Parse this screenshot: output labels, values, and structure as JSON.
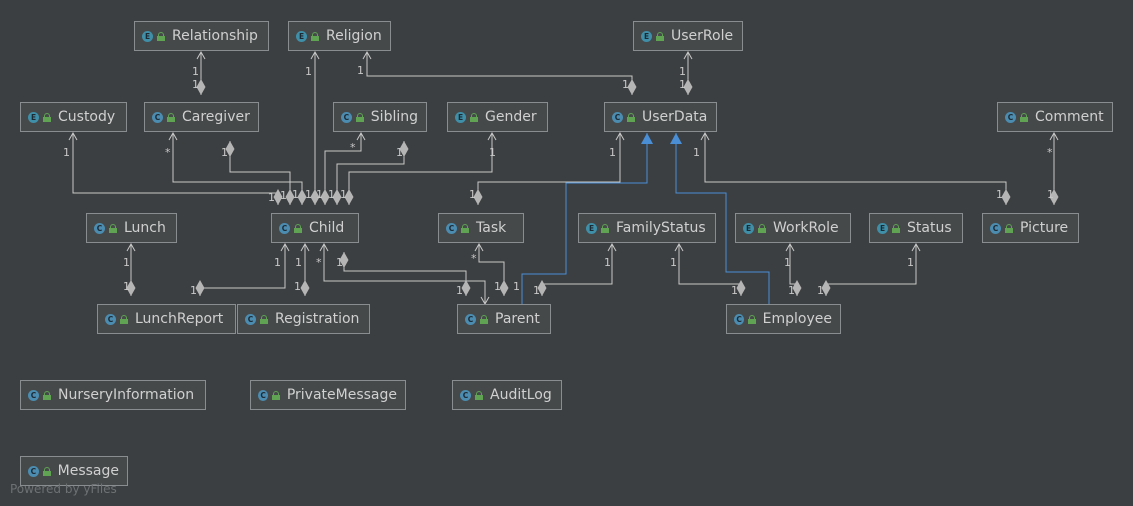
{
  "nodes": [
    {
      "id": "relationship",
      "kind": "E",
      "label": "Relationship"
    },
    {
      "id": "religion",
      "kind": "E",
      "label": "Religion"
    },
    {
      "id": "userrole",
      "kind": "E",
      "label": "UserRole"
    },
    {
      "id": "custody",
      "kind": "E",
      "label": "Custody"
    },
    {
      "id": "caregiver",
      "kind": "C",
      "label": "Caregiver"
    },
    {
      "id": "sibling",
      "kind": "C",
      "label": "Sibling"
    },
    {
      "id": "gender",
      "kind": "E",
      "label": "Gender"
    },
    {
      "id": "userdata",
      "kind": "C",
      "label": "UserData"
    },
    {
      "id": "comment",
      "kind": "C",
      "label": "Comment"
    },
    {
      "id": "lunch",
      "kind": "C",
      "label": "Lunch"
    },
    {
      "id": "child",
      "kind": "C",
      "label": "Child"
    },
    {
      "id": "task",
      "kind": "C",
      "label": "Task"
    },
    {
      "id": "familystatus",
      "kind": "E",
      "label": "FamilyStatus"
    },
    {
      "id": "workrole",
      "kind": "E",
      "label": "WorkRole"
    },
    {
      "id": "status",
      "kind": "E",
      "label": "Status"
    },
    {
      "id": "picture",
      "kind": "C",
      "label": "Picture"
    },
    {
      "id": "lunchreport",
      "kind": "C",
      "label": "LunchReport"
    },
    {
      "id": "registration",
      "kind": "C",
      "label": "Registration"
    },
    {
      "id": "parent",
      "kind": "C",
      "label": "Parent"
    },
    {
      "id": "employee",
      "kind": "C",
      "label": "Employee"
    },
    {
      "id": "nurseryinformation",
      "kind": "C",
      "label": "NurseryInformation"
    },
    {
      "id": "privatemessage",
      "kind": "C",
      "label": "PrivateMessage"
    },
    {
      "id": "auditlog",
      "kind": "C",
      "label": "AuditLog"
    },
    {
      "id": "message",
      "kind": "C",
      "label": "Message"
    }
  ],
  "edges": [
    {
      "from": "relationship",
      "to": "caregiver",
      "type": "composition",
      "m_from": "1",
      "m_to": "1"
    },
    {
      "from": "religion",
      "to": "child",
      "type": "composition",
      "m_from": "1",
      "m_to": "1"
    },
    {
      "from": "religion",
      "to": "userdata",
      "type": "composition",
      "m_from": "1",
      "m_to": "1"
    },
    {
      "from": "userrole",
      "to": "userdata",
      "type": "composition",
      "m_from": "1",
      "m_to": "1"
    },
    {
      "from": "custody",
      "to": "child",
      "type": "composition",
      "m_from": "1",
      "m_to": "1"
    },
    {
      "from": "caregiver",
      "to": "child",
      "type": "composition",
      "m_from": "*",
      "m_to": "1"
    },
    {
      "from": "child",
      "to": "caregiver",
      "type": "composition",
      "m_from": "1",
      "m_to": "1"
    },
    {
      "from": "sibling",
      "to": "child",
      "type": "composition",
      "m_from": "*",
      "m_to": "1"
    },
    {
      "from": "child",
      "to": "sibling",
      "type": "composition",
      "m_from": "1",
      "m_to": "1"
    },
    {
      "from": "gender",
      "to": "child",
      "type": "composition",
      "m_from": "1",
      "m_to": "1"
    },
    {
      "from": "userdata",
      "to": "task",
      "type": "composition",
      "m_from": "1",
      "m_to": "1"
    },
    {
      "from": "userdata",
      "to": "picture",
      "type": "composition",
      "m_from": "1",
      "m_to": "1"
    },
    {
      "from": "comment",
      "to": "picture",
      "type": "composition",
      "m_from": "*",
      "m_to": "1"
    },
    {
      "from": "lunch",
      "to": "lunchreport",
      "type": "composition",
      "m_from": "1",
      "m_to": "1"
    },
    {
      "from": "child",
      "to": "lunchreport",
      "type": "composition",
      "m_from": "1",
      "m_to": "1"
    },
    {
      "from": "child",
      "to": "registration",
      "type": "composition",
      "m_from": "1",
      "m_to": "1"
    },
    {
      "from": "child",
      "to": "parent",
      "type": "association",
      "m_from": "*",
      "m_to": "1"
    },
    {
      "from": "parent",
      "to": "child",
      "type": "composition",
      "m_from": "1",
      "m_to": "1"
    },
    {
      "from": "task",
      "to": "parent",
      "type": "association",
      "m_from": "*",
      "m_to": "1"
    },
    {
      "from": "familystatus",
      "to": "parent",
      "type": "composition",
      "m_from": "1",
      "m_to": "1"
    },
    {
      "from": "familystatus",
      "to": "employee",
      "type": "composition",
      "m_from": "1",
      "m_to": "1"
    },
    {
      "from": "workrole",
      "to": "employee",
      "type": "composition",
      "m_from": "1",
      "m_to": "1"
    },
    {
      "from": "status",
      "to": "employee",
      "type": "composition",
      "m_from": "1",
      "m_to": "1"
    },
    {
      "from": "parent",
      "to": "userdata",
      "type": "inheritance"
    },
    {
      "from": "employee",
      "to": "userdata",
      "type": "inheritance"
    }
  ],
  "watermark": "Powered by yFiles",
  "colors": {
    "background": "#3c3f41",
    "node_fill": "#45494a",
    "node_border": "#8a8d8f",
    "edge": "#c8c8c8",
    "inheritance": "#4a8fd6",
    "class_badge": "#4b8cb0",
    "enum_badge": "#3f8fa8",
    "lock": "#5fa353"
  }
}
